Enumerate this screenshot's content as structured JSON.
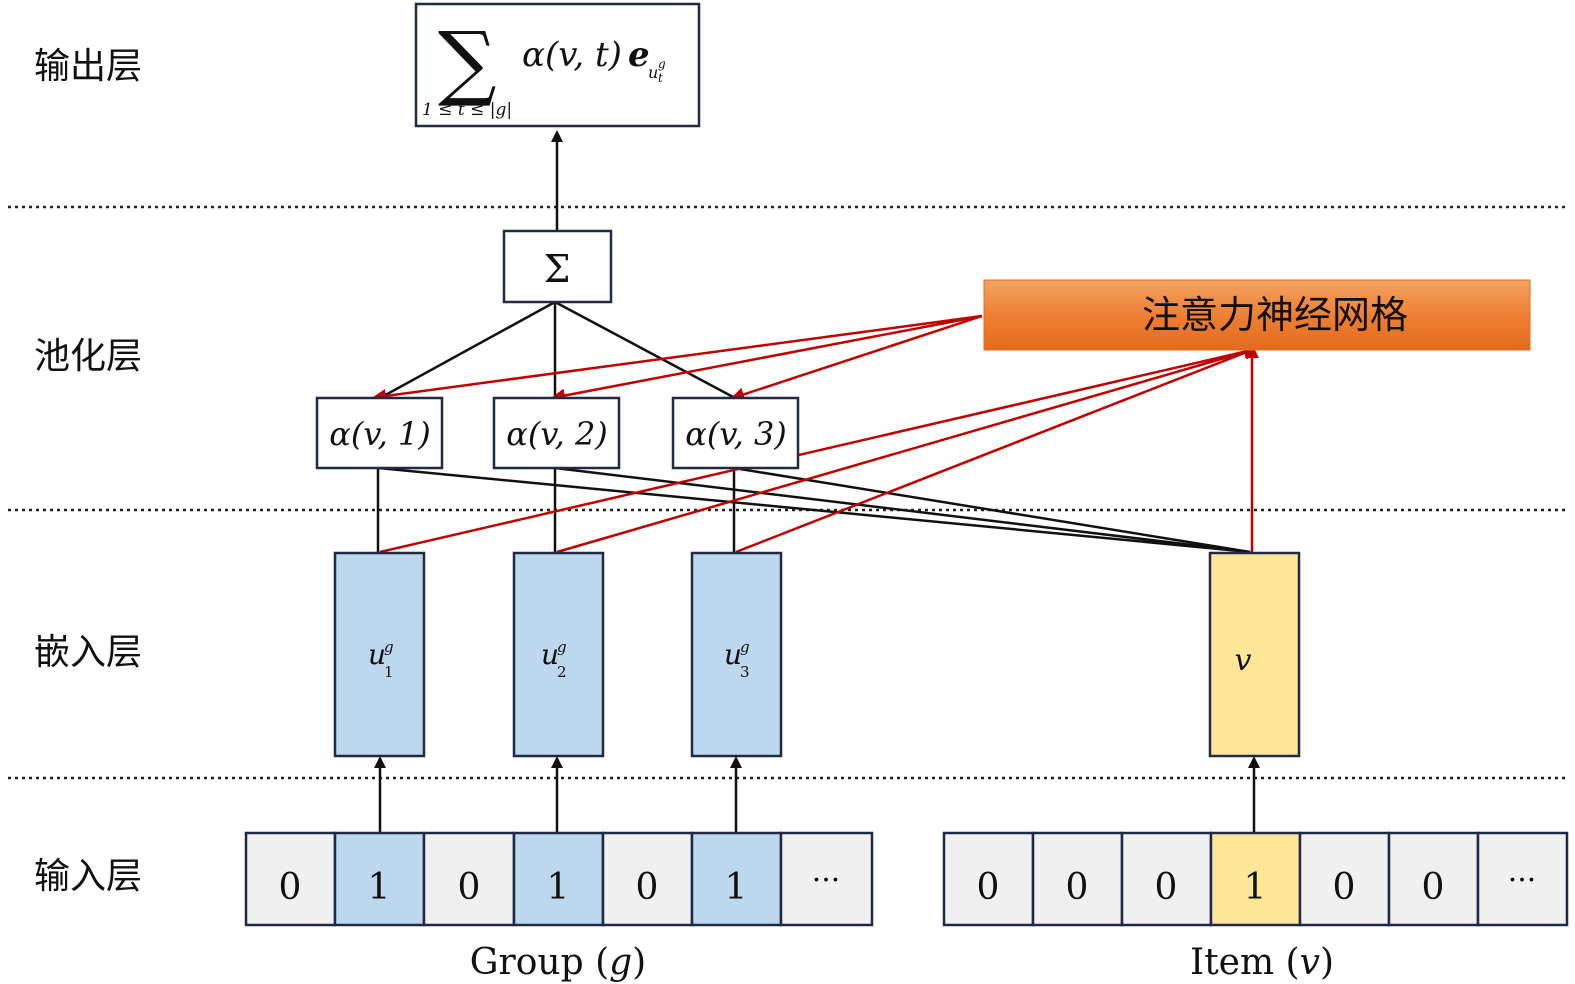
{
  "layers": {
    "output": "输出层",
    "pooling": "池化层",
    "embedding": "嵌入层",
    "input": "输入层"
  },
  "output_box": {
    "sum_symbol": "∑",
    "range": "1 ≤ t ≤ |g|",
    "expr": "α(v, t)",
    "e": "e",
    "sub_u": "u",
    "sub_t": "t",
    "sup_g": "g"
  },
  "pool_sum": "Σ",
  "attention": {
    "label": "注意力神经网格",
    "color": "#ed7d31"
  },
  "alphas": [
    "α(v, 1)",
    "α(v, 2)",
    "α(v, 3)"
  ],
  "user_embeddings": [
    {
      "base": "u",
      "sup": "g",
      "sub": "1"
    },
    {
      "base": "u",
      "sup": "g",
      "sub": "2"
    },
    {
      "base": "u",
      "sup": "g",
      "sub": "3"
    }
  ],
  "item_embedding": "v",
  "group_input": [
    "0",
    "1",
    "0",
    "1",
    "0",
    "1",
    "···"
  ],
  "item_input": [
    "0",
    "0",
    "0",
    "1",
    "0",
    "0",
    "···"
  ],
  "group_caption": {
    "text": "Group (",
    "var": "g",
    "close": ")"
  },
  "item_caption": {
    "text": "Item (",
    "var": "v",
    "close": ")"
  },
  "colors": {
    "user_blue": "#bdd7ee",
    "item_yellow": "#ffe699",
    "arrow_red": "#c00000"
  }
}
